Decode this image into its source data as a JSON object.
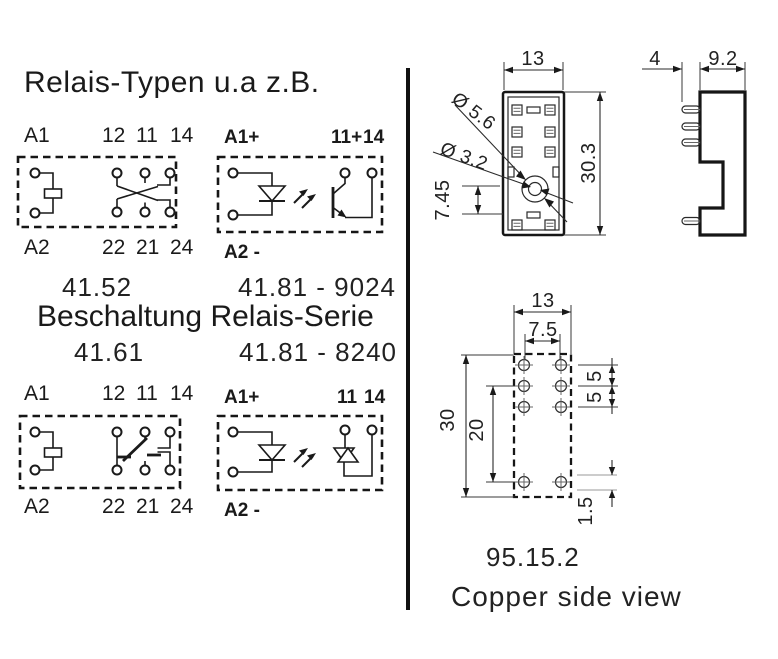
{
  "title": "Relais-Typen u.a z.B.",
  "heading": "Beschaltung Relais-Serie",
  "circuits": {
    "relay_4152": {
      "model": "41.52",
      "coil_top": "A1",
      "coil_bottom": "A2",
      "top": [
        "12",
        "11",
        "14"
      ],
      "bottom": [
        "22",
        "21",
        "24"
      ]
    },
    "ssr_9024": {
      "model": "41.81 - 9024",
      "input_top": "A1+",
      "input_bottom": "A2 -",
      "top": [
        "11+",
        "14"
      ]
    },
    "relay_4161": {
      "model": "41.61",
      "coil_top": "A1",
      "coil_bottom": "A2",
      "top": [
        "12",
        "11",
        "14"
      ],
      "bottom": [
        "22",
        "21",
        "24"
      ]
    },
    "ssr_8240": {
      "model": "41.81 - 8240",
      "input_top": "A1+",
      "input_bottom": "A2 -",
      "top": [
        "11",
        "14"
      ]
    }
  },
  "socket": {
    "model": "95.15.2",
    "caption": "Copper side view",
    "top_view": {
      "width": "13",
      "height": "30.3",
      "outer_hole": "Ø 5.6",
      "inner_hole": "Ø 3.2",
      "hole_offset": "7.45"
    },
    "side_view": {
      "pin_length": "4",
      "depth": "9.2"
    },
    "copper_view": {
      "width": "13",
      "hole_pitch_x": "7.5",
      "height": "30",
      "hole_pitch_y": "20",
      "row_gap_top": "5",
      "row_gap_bottom": "5",
      "hole_dia": "1.5"
    }
  },
  "colors": {
    "ink": "#1a1a1a",
    "muted": "#777777"
  }
}
